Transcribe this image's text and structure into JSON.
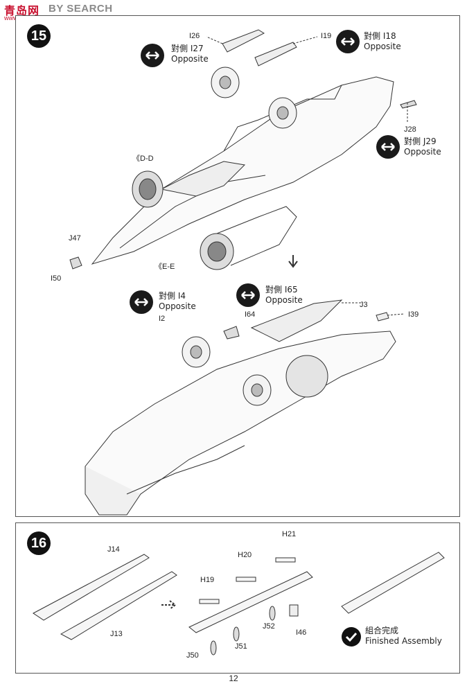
{
  "header": {
    "logo_cn": "青岛网",
    "logo_en": "BY SEARCH",
    "logo_url": "www.hobby.com"
  },
  "step15": {
    "number": "15",
    "notes": [
      {
        "cn": "對側 I27",
        "en": "Opposite"
      },
      {
        "cn": "對側 I18",
        "en": "Opposite"
      },
      {
        "cn": "對側 J29",
        "en": "Opposite"
      },
      {
        "cn": "對側 I4",
        "en": "Opposite"
      },
      {
        "cn": "對側 I65",
        "en": "Opposite"
      }
    ],
    "parts": [
      "I26",
      "I19",
      "J28",
      "《D-D",
      "J47",
      "I50",
      "《E-E",
      "I2",
      "I64",
      "J3",
      "I39"
    ]
  },
  "step16": {
    "number": "16",
    "parts": [
      "J14",
      "J13",
      "H21",
      "H20",
      "H19",
      "J52",
      "I46",
      "J51",
      "J50"
    ],
    "finish_cn": "組合完成",
    "finish_en": "Finished Assembly"
  },
  "page_number": "12"
}
